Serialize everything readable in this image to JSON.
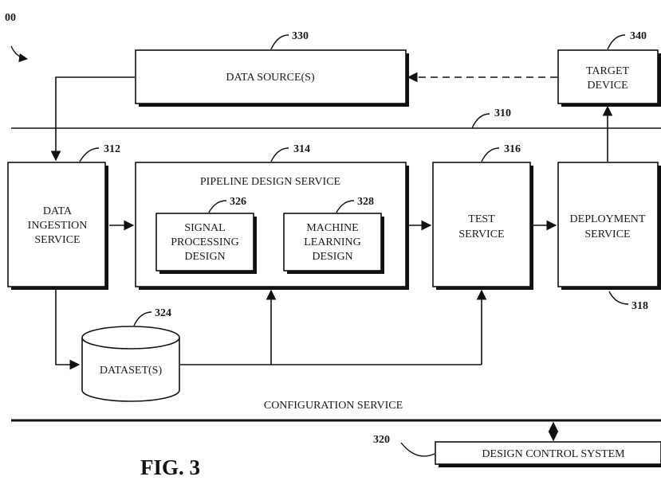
{
  "figure": {
    "label": "FIG. 3",
    "ref_partial": "00"
  },
  "nodes": {
    "data_sources": {
      "label": "DATA SOURCE(S)",
      "ref": "330"
    },
    "target_device": {
      "line1": "TARGET",
      "line2": "DEVICE",
      "ref": "340"
    },
    "environment": {
      "ref": "310"
    },
    "ingestion": {
      "line1": "DATA",
      "line2": "INGESTION",
      "line3": "SERVICE",
      "ref": "312"
    },
    "pipeline": {
      "label": "PIPELINE DESIGN SERVICE",
      "ref": "314"
    },
    "signal": {
      "line1": "SIGNAL",
      "line2": "PROCESSING",
      "line3": "DESIGN",
      "ref": "326"
    },
    "ml": {
      "line1": "MACHINE",
      "line2": "LEARNING",
      "line3": "DESIGN",
      "ref": "328"
    },
    "test": {
      "line1": "TEST",
      "line2": "SERVICE",
      "ref": "316"
    },
    "deployment": {
      "line1": "DEPLOYMENT",
      "line2": "SERVICE",
      "ref": "318"
    },
    "datasets": {
      "label": "DATASET(S)",
      "ref": "324"
    },
    "configuration": {
      "label": "CONFIGURATION SERVICE"
    },
    "design_control": {
      "label": "DESIGN CONTROL SYSTEM",
      "ref": "320"
    }
  }
}
